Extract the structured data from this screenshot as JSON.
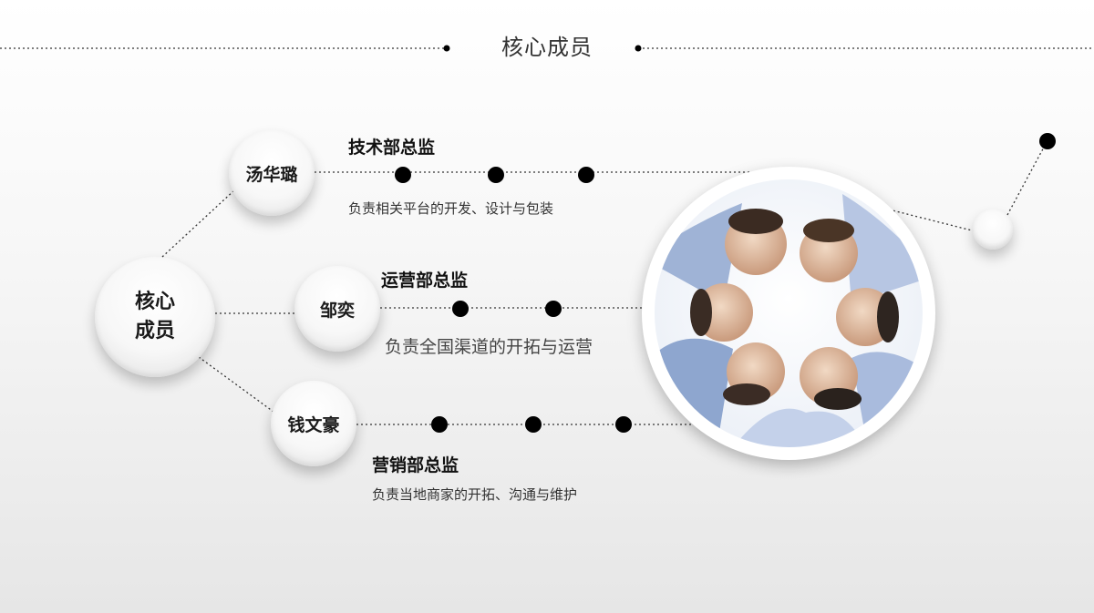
{
  "slide": {
    "title": "核心成员",
    "core": {
      "line1": "核心",
      "line2": "成员"
    },
    "members": [
      {
        "name": "汤华璐",
        "role": "技术部总监",
        "description": "负责相关平台的开发、设计与包装"
      },
      {
        "name": "邹奕",
        "role": "运营部总监",
        "description": "负责全国渠道的开拓与运营"
      },
      {
        "name": "钱文豪",
        "role": "营销部总监",
        "description": "负责当地商家的开拓、沟通与维护"
      }
    ],
    "photo": {
      "icon": "team-photo-huddle-icon"
    },
    "colors": {
      "dot": "#000000",
      "line": "#333333",
      "background": "#f2f2f2"
    }
  }
}
